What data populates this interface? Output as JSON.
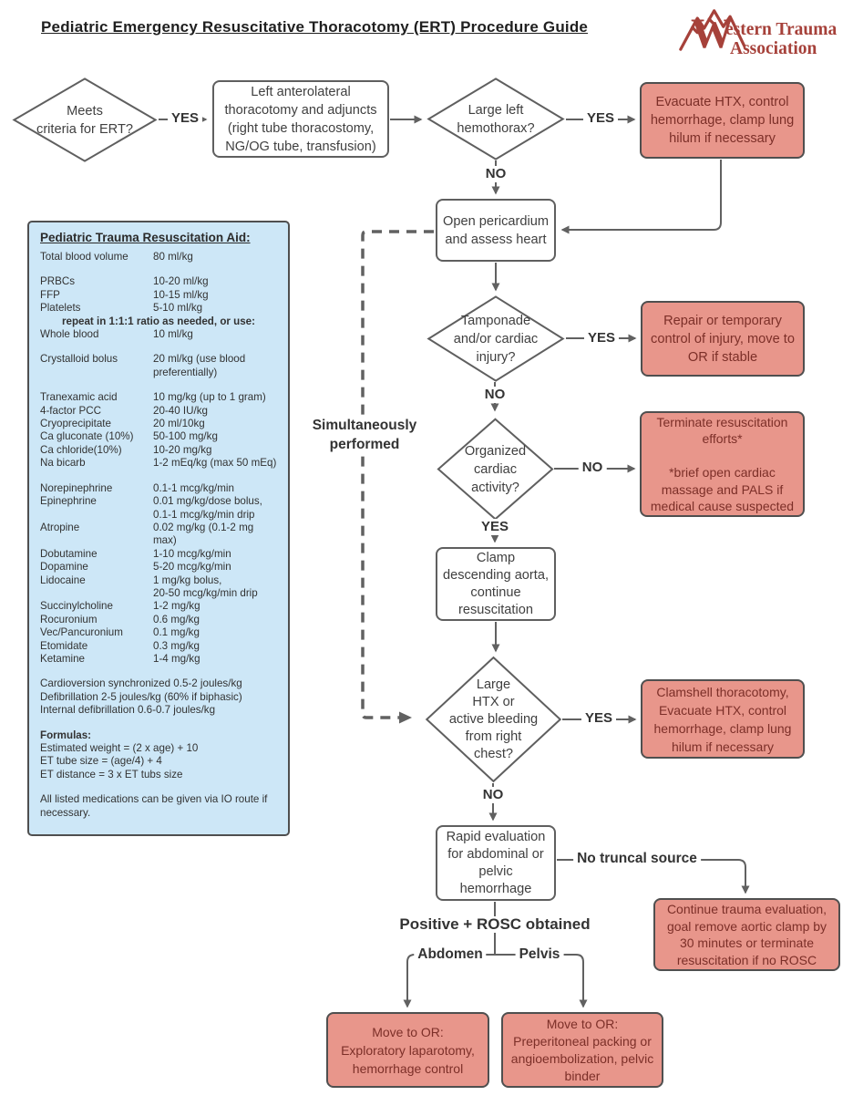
{
  "title": "Pediatric Emergency Resuscitative Thoracotomy (ERT) Procedure Guide",
  "logo": {
    "w": "W",
    "line1": "estern Trauma",
    "line2": "Association"
  },
  "colors": {
    "logo_red": "#a6413a",
    "action_box_fill": "#e8968b",
    "action_box_text": "#7c2f28",
    "aid_panel_fill": "#cde7f7",
    "line_gray": "#616161",
    "shape_border": "#5f5f5f"
  },
  "nodes": {
    "meets_criteria": "Meets\ncriteria for ERT?",
    "left_thoracotomy": "Left anterolateral\nthoracotomy and adjuncts\n(right tube thoracostomy,\nNG/OG tube, transfusion)",
    "large_left_hemothorax": "Large left\nhemothorax?",
    "evacuate_htx": "Evacuate HTX, control\nhemorrhage, clamp lung\nhilum if necessary",
    "open_pericardium": "Open pericardium\nand assess heart",
    "tamponade": "Tamponade\nand/or cardiac\ninjury?",
    "repair_injury": "Repair or temporary\ncontrol of injury, move to\nOR if stable",
    "organized_activity": "Organized\ncardiac\nactivity?",
    "terminate": "Terminate resuscitation\nefforts*\n\n*brief open cardiac\nmassage and PALS if\nmedical cause suspected",
    "clamp_aorta": "Clamp\ndescending aorta,\ncontinue\nresuscitation",
    "large_htx_right": "Large\nHTX or\nactive bleeding\nfrom right\nchest?",
    "clamshell": "Clamshell thoracotomy,\nEvacuate HTX, control\nhemorrhage, clamp lung\nhilum if necessary",
    "rapid_eval": "Rapid evaluation\nfor abdominal or\npelvic\nhemorrhage",
    "continue_trauma": "Continue trauma evaluation,\ngoal remove aortic clamp by\n30 minutes or terminate\nresuscitation if no ROSC",
    "move_or_abdomen": "Move to OR:\nExploratory laparotomy,\nhemorrhage control",
    "move_or_pelvis": "Move to OR:\nPreperitoneal packing or\nangioembolization, pelvic\nbinder"
  },
  "edges": {
    "ert_yes": "YES",
    "hemo_yes": "YES",
    "hemo_no": "NO",
    "tamp_yes": "YES",
    "tamp_no": "NO",
    "org_no": "NO",
    "org_yes": "YES",
    "htx_yes": "YES",
    "htx_no": "NO",
    "no_truncal": "No truncal source",
    "positive_rosc": "Positive + ROSC obtained",
    "abdomen": "Abdomen",
    "pelvis": "Pelvis",
    "simultaneous": "Simultaneously\nperformed"
  },
  "aid": {
    "title": "Pediatric Trauma Resuscitation Aid:",
    "rows": [
      {
        "t": "pair",
        "l": "Total blood volume",
        "v": "80 ml/kg"
      },
      {
        "t": "gap"
      },
      {
        "t": "pair",
        "l": "PRBCs",
        "v": "10-20 ml/kg"
      },
      {
        "t": "pair",
        "l": "FFP",
        "v": "10-15 ml/kg"
      },
      {
        "t": "pair",
        "l": "Platelets",
        "v": "5-10 ml/kg"
      },
      {
        "t": "center",
        "text": "repeat in 1:1:1 ratio as needed, or use:"
      },
      {
        "t": "pair",
        "l": "Whole blood",
        "v": "10 ml/kg"
      },
      {
        "t": "gap"
      },
      {
        "t": "pair",
        "l": "Crystalloid bolus",
        "v": "20 ml/kg (use blood\npreferentially)"
      },
      {
        "t": "gap"
      },
      {
        "t": "pair",
        "l": "Tranexamic acid",
        "v": "10 mg/kg (up to 1 gram)"
      },
      {
        "t": "pair",
        "l": "4-factor PCC",
        "v": "20-40 IU/kg"
      },
      {
        "t": "pair",
        "l": "Cryoprecipitate",
        "v": "20 ml/10kg"
      },
      {
        "t": "pair",
        "l": "Ca gluconate (10%)",
        "v": "50-100 mg/kg"
      },
      {
        "t": "pair",
        "l": "Ca chloride(10%)",
        "v": "10-20 mg/kg"
      },
      {
        "t": "pair",
        "l": "Na bicarb",
        "v": "1-2 mEq/kg (max 50 mEq)"
      },
      {
        "t": "gap"
      },
      {
        "t": "pair",
        "l": "Norepinephrine",
        "v": "0.1-1 mcg/kg/min"
      },
      {
        "t": "pair",
        "l": "Epinephrine",
        "v": "0.01 mg/kg/dose bolus,\n0.1-1 mcg/kg/min drip"
      },
      {
        "t": "pair",
        "l": "Atropine",
        "v": "0.02 mg/kg (0.1-2 mg max)"
      },
      {
        "t": "pair",
        "l": "Dobutamine",
        "v": "1-10 mcg/kg/min"
      },
      {
        "t": "pair",
        "l": "Dopamine",
        "v": "5-20 mcg/kg/min"
      },
      {
        "t": "pair",
        "l": "Lidocaine",
        "v": "1 mg/kg bolus,\n20-50 mcg/kg/min drip"
      },
      {
        "t": "pair",
        "l": "Succinylcholine",
        "v": "1-2 mg/kg"
      },
      {
        "t": "pair",
        "l": "Rocuronium",
        "v": "0.6 mg/kg"
      },
      {
        "t": "pair",
        "l": "Vec/Pancuronium",
        "v": "0.1 mg/kg"
      },
      {
        "t": "pair",
        "l": "Etomidate",
        "v": "0.3 mg/kg"
      },
      {
        "t": "pair",
        "l": "Ketamine",
        "v": "1-4 mg/kg"
      },
      {
        "t": "gap"
      },
      {
        "t": "line",
        "text": "Cardioversion synchronized 0.5-2 joules/kg"
      },
      {
        "t": "line",
        "text": "Defibrillation 2-5 joules/kg (60% if biphasic)"
      },
      {
        "t": "line",
        "text": "Internal defibrillation 0.6-0.7 joules/kg"
      },
      {
        "t": "gap"
      },
      {
        "t": "bold",
        "text": "Formulas:"
      },
      {
        "t": "line",
        "text": "Estimated weight = (2 x age) + 10"
      },
      {
        "t": "line",
        "text": "ET tube size = (age/4) + 4"
      },
      {
        "t": "line",
        "text": "ET distance = 3 x ET tubs size"
      },
      {
        "t": "gap"
      },
      {
        "t": "line",
        "text": "All listed medications can be given via IO route if necessary."
      }
    ]
  }
}
